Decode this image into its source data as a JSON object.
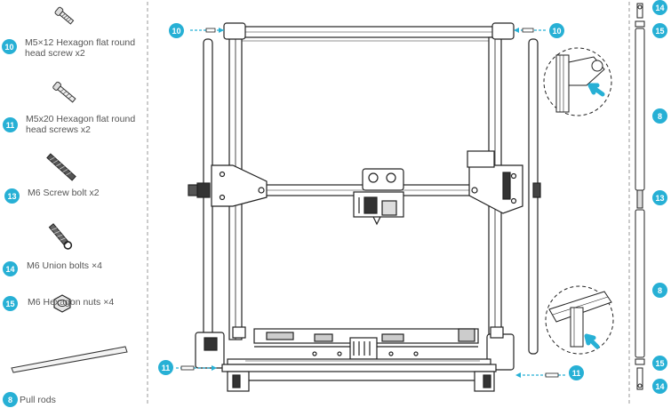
{
  "parts_list": [
    {
      "id": "10",
      "line1": "M5×12 Hexagon flat round",
      "line2": "head screw x2"
    },
    {
      "id": "11",
      "line1": "M5x20 Hexagon flat round",
      "line2": "head screws x2"
    },
    {
      "id": "13",
      "line1": "M6 Screw bolt x2",
      "line2": ""
    },
    {
      "id": "14",
      "line1": "M6 Union bolts ×4",
      "line2": ""
    },
    {
      "id": "15",
      "line1": "M6 Hexagon nuts ×4",
      "line2": ""
    },
    {
      "id": "8",
      "line1": "Pull rods",
      "line2": ""
    }
  ],
  "callouts": {
    "top_left": "10",
    "top_right": "10",
    "bottom_left": "11",
    "bottom_right": "11"
  },
  "rod_stack": {
    "top_nut": "14",
    "top_union": "15",
    "upper_rod": "8",
    "middle_bolt": "13",
    "lower_rod": "8",
    "bottom_union": "15",
    "bottom_nut": "14"
  },
  "colors": {
    "accent": "#27b0d5",
    "line": "#222222",
    "divider": "#9a9a9a"
  }
}
